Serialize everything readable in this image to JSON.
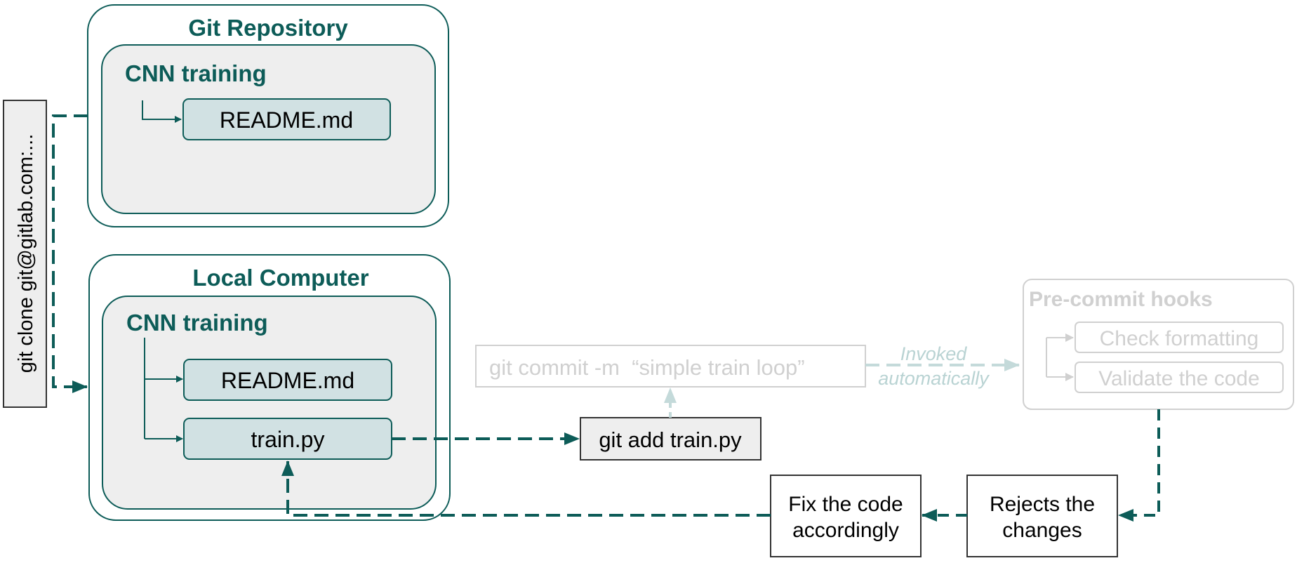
{
  "git_repository": {
    "title": "Git Repository",
    "folder": "CNN training",
    "files": [
      "README.md"
    ]
  },
  "local_computer": {
    "title": "Local Computer",
    "folder": "CNN training",
    "files": [
      "README.md",
      "train.py"
    ]
  },
  "clone_command": "git clone git@gitlab.com:...",
  "add_command": "git add train.py",
  "commit_command": "git commit -m  “simple train loop”",
  "invoked_label_line1": "Invoked",
  "invoked_label_line2": "automatically",
  "precommit": {
    "title": "Pre-commit hooks",
    "checks": [
      "Check formatting",
      "Validate the code"
    ]
  },
  "rejects_line1": "Rejects the",
  "rejects_line2": "changes",
  "fix_line1": "Fix the code",
  "fix_line2": "accordingly",
  "colors": {
    "primary": "#0d5c58",
    "panel": "#eeeeee",
    "file_fill": "#d1e1e3",
    "faded": "#d0d0d0",
    "faded_arrow": "#c4dada"
  }
}
